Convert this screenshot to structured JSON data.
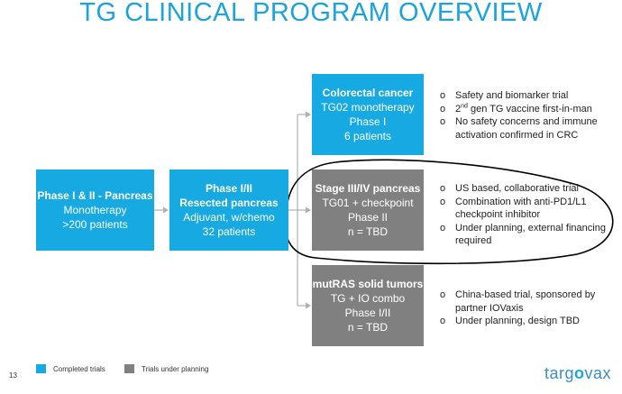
{
  "title": "TG CLINICAL PROGRAM OVERVIEW",
  "boxes": {
    "b1": {
      "title": "Phase I & II - Pancreas",
      "l1": "Monotherapy",
      "l2": ">200 patients"
    },
    "b2": {
      "title": "Phase I/II",
      "title2": "Resected pancreas",
      "l1": "Adjuvant, w/chemo",
      "l2": "32 patients"
    },
    "b3": {
      "title": "Colorectal cancer",
      "l1": "TG02 monotherapy",
      "l2": "Phase I",
      "l3": "6 patients"
    },
    "b4": {
      "title": "Stage III/IV pancreas",
      "l1": "TG01 + checkpoint",
      "l2": "Phase II",
      "l3": "n = TBD"
    },
    "b5": {
      "title": "mutRAS solid tumors",
      "l1": "TG + IO  combo",
      "l2": "Phase I/II",
      "l3": "n = TBD"
    }
  },
  "bullets": {
    "colorectal": {
      "b1": "Safety and biomarker trial",
      "b2_pre": "2",
      "b2_sup": "nd",
      "b2_post": " gen TG vaccine first-in-man",
      "b3": "No safety concerns and immune activation confirmed in CRC"
    },
    "pancreas": {
      "b1": "US based, collaborative trial",
      "b2": "Combination with anti-PD1/L1 checkpoint inhibitor",
      "b3": "Under planning, external financing required"
    },
    "mutras": {
      "b1": "China-based trial, sponsored by partner IOVaxis",
      "b2": "Under planning, design TBD"
    }
  },
  "bullet_glyph": "o",
  "legend": {
    "completed": "Completed trials",
    "planning": "Trials under planning"
  },
  "page_number": "13",
  "logo": {
    "pre": "targ",
    "mid": "o",
    "post": "vax"
  },
  "colors": {
    "completed": "#17a9e1",
    "planning": "#808080",
    "title": "#1aa3de",
    "logo": "#3b8fc1"
  }
}
